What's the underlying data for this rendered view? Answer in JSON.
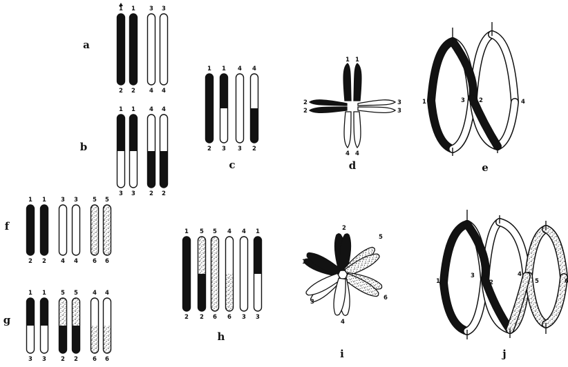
{
  "colors": {
    "black_segment": "#121212",
    "white_segment": "#ffffff",
    "stippled_segment": "speckled grey pattern"
  },
  "panels": [
    {
      "id": "a",
      "label": "a",
      "chromosomes": [
        {
          "top": "1",
          "bottom": "2",
          "top_mark": "arrow-up-icon",
          "segments": [
            "black"
          ]
        },
        {
          "top": "1",
          "bottom": "2",
          "segments": [
            "black"
          ]
        },
        {
          "top": "3",
          "bottom": "4",
          "segments": [
            "white"
          ]
        },
        {
          "top": "3",
          "bottom": "4",
          "segments": [
            "white"
          ]
        }
      ]
    },
    {
      "id": "b",
      "label": "b",
      "chromosomes": [
        {
          "top": "1",
          "bottom": "3",
          "segments": [
            "black",
            "white"
          ]
        },
        {
          "top": "1",
          "bottom": "3",
          "segments": [
            "black",
            "white"
          ]
        },
        {
          "top": "4",
          "bottom": "2",
          "segments": [
            "white",
            "black"
          ]
        },
        {
          "top": "4",
          "bottom": "2",
          "segments": [
            "white",
            "black"
          ]
        }
      ]
    },
    {
      "id": "c",
      "label": "c",
      "chromosomes": [
        {
          "top": "1",
          "bottom": "2",
          "segments": [
            "black"
          ]
        },
        {
          "top": "1",
          "bottom": "3",
          "segments": [
            "black",
            "white"
          ]
        },
        {
          "top": "4",
          "bottom": "3",
          "segments": [
            "white"
          ]
        },
        {
          "top": "4",
          "bottom": "2",
          "segments": [
            "white",
            "black"
          ]
        }
      ]
    },
    {
      "id": "d",
      "label": "d",
      "cross_arm_numbers": [
        "1",
        "1",
        "2",
        "2",
        "3",
        "3",
        "4",
        "4"
      ]
    },
    {
      "id": "e",
      "label": "e",
      "ring_numbers": [
        "1",
        "3",
        "2",
        "4"
      ]
    },
    {
      "id": "f",
      "label": "f",
      "chromosomes": [
        {
          "top": "1",
          "bottom": "2",
          "segments": [
            "black"
          ]
        },
        {
          "top": "1",
          "bottom": "2",
          "segments": [
            "black"
          ]
        },
        {
          "top": "3",
          "bottom": "4",
          "segments": [
            "white"
          ]
        },
        {
          "top": "3",
          "bottom": "4",
          "segments": [
            "white"
          ]
        },
        {
          "top": "5",
          "bottom": "6",
          "segments": [
            "stippled"
          ]
        },
        {
          "top": "5",
          "bottom": "6",
          "segments": [
            "stippled"
          ]
        }
      ]
    },
    {
      "id": "g",
      "label": "g",
      "chromosomes": [
        {
          "top": "1",
          "bottom": "3",
          "segments": [
            "black",
            "white"
          ]
        },
        {
          "top": "1",
          "bottom": "3",
          "segments": [
            "black",
            "white"
          ]
        },
        {
          "top": "5",
          "bottom": "2",
          "segments": [
            "stippled",
            "black"
          ]
        },
        {
          "top": "5",
          "bottom": "2",
          "segments": [
            "stippled",
            "black"
          ]
        },
        {
          "top": "4",
          "bottom": "6",
          "segments": [
            "white",
            "stippled"
          ]
        },
        {
          "top": "4",
          "bottom": "6",
          "segments": [
            "white",
            "stippled"
          ]
        }
      ]
    },
    {
      "id": "h",
      "label": "h",
      "chromosomes": [
        {
          "top": "1",
          "bottom": "2",
          "segments": [
            "black"
          ]
        },
        {
          "top": "5",
          "bottom": "2",
          "segments": [
            "stippled",
            "black"
          ]
        },
        {
          "top": "5",
          "bottom": "6",
          "segments": [
            "stippled"
          ]
        },
        {
          "top": "4",
          "bottom": "6",
          "segments": [
            "white",
            "stippled"
          ]
        },
        {
          "top": "4",
          "bottom": "3",
          "segments": [
            "white"
          ]
        },
        {
          "top": "1",
          "bottom": "3",
          "segments": [
            "black",
            "white"
          ]
        }
      ]
    },
    {
      "id": "i",
      "label": "i",
      "star_numbers": [
        "2",
        "5",
        "1",
        "6",
        "3",
        "4"
      ]
    },
    {
      "id": "j",
      "label": "j",
      "ring_numbers": [
        "1",
        "3",
        "2",
        "4",
        "5",
        "6"
      ]
    }
  ]
}
